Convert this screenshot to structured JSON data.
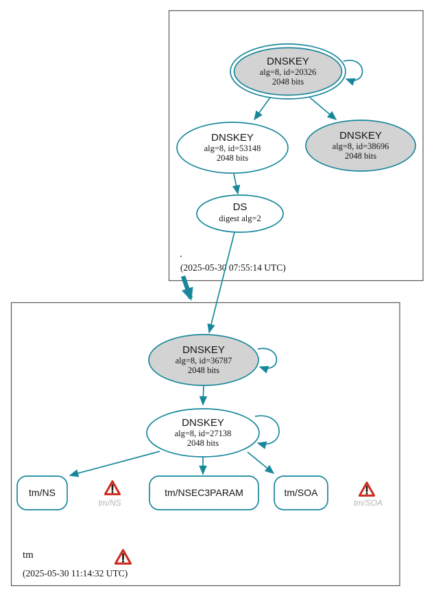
{
  "diagram": {
    "type": "dnssec-authentication-chain-graph",
    "colors": {
      "edge_teal": "#18879b",
      "ksk_fill_gray": "#d3d3d3",
      "warning_red": "#ce2a1e",
      "zone_border_gray": "#565656",
      "warning_label_gray": "#b5b5b5"
    },
    "icons": {
      "warning": "warning-triangle-icon"
    },
    "root_zone": {
      "label": ".",
      "timestamp": "(2025-05-30 07:55:14 UTC)",
      "ksk": {
        "title": "DNSKEY",
        "params": "alg=8, id=20326",
        "bits": "2048 bits"
      },
      "zsk": {
        "title": "DNSKEY",
        "params": "alg=8, id=53148",
        "bits": "2048 bits"
      },
      "key2": {
        "title": "DNSKEY",
        "params": "alg=8, id=38696",
        "bits": "2048 bits"
      },
      "ds": {
        "title": "DS",
        "params": "digest alg=2"
      }
    },
    "tm_zone": {
      "label": "tm",
      "timestamp": "(2025-05-30 11:14:32 UTC)",
      "ksk": {
        "title": "DNSKEY",
        "params": "alg=8, id=36787",
        "bits": "2048 bits"
      },
      "zsk": {
        "title": "DNSKEY",
        "params": "alg=8, id=27138",
        "bits": "2048 bits"
      },
      "rrsets": [
        {
          "label": "tm/NS"
        },
        {
          "label": "tm/NSEC3PARAM"
        },
        {
          "label": "tm/SOA"
        }
      ],
      "warning_labels": [
        {
          "label": "tm/NS"
        },
        {
          "label": "tm/SOA"
        }
      ]
    }
  }
}
